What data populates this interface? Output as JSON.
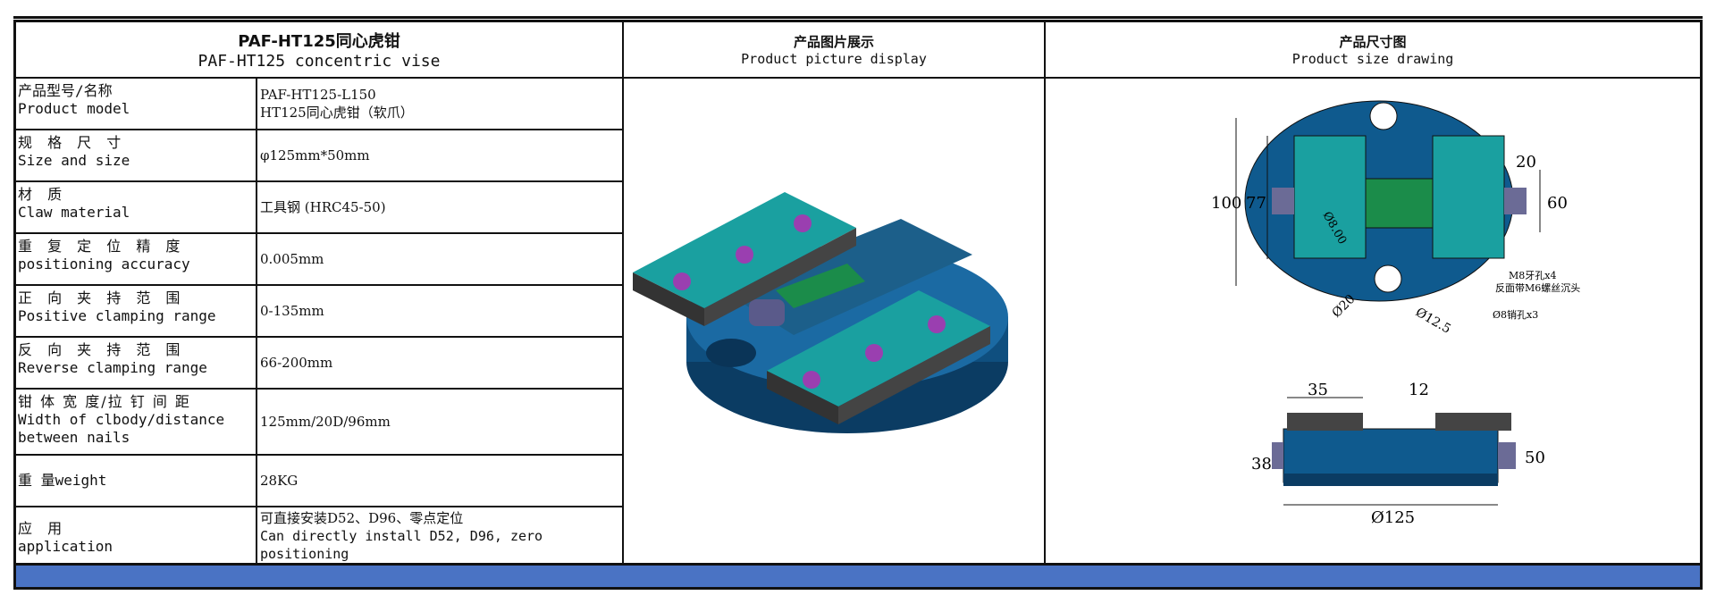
{
  "header": {
    "title_cn": "PAF-HT125同心虎钳",
    "title_en": "PAF-HT125 concentric vise",
    "picture_cn": "产品图片展示",
    "picture_en": "Product picture display",
    "drawing_cn": "产品尺寸图",
    "drawing_en": "Product size drawing"
  },
  "specs": [
    {
      "label_cn": "产品型号/名称",
      "label_en": "Product model",
      "value": [
        "PAF-HT125-L150",
        "HT125同心虎钳（软爪）"
      ]
    },
    {
      "label_cn": "规 格 尺 寸",
      "label_en": "Size and size",
      "value": [
        "φ125mm*50mm"
      ]
    },
    {
      "label_cn": "材 质",
      "label_en": "Claw material",
      "value": [
        "工具钢 (HRC45-50)"
      ]
    },
    {
      "label_cn": "重 复 定 位 精 度",
      "label_en": "positioning accuracy",
      "value": [
        "0.005mm"
      ]
    },
    {
      "label_cn": "正 向 夹 持 范 围",
      "label_en": "Positive clamping range",
      "value": [
        "0-135mm"
      ]
    },
    {
      "label_cn": "反 向 夹 持 范 围",
      "label_en": "Reverse clamping range",
      "value": [
        "66-200mm"
      ]
    },
    {
      "label_cn": "钳 体 宽 度/拉 钉 间 距",
      "label_en": "Width of clbody/distance between nails",
      "value": [
        "125mm/20D/96mm"
      ]
    },
    {
      "label_cn": "重 量weight",
      "label_en": "",
      "value": [
        "28KG"
      ]
    },
    {
      "label_cn": "应 用",
      "label_en": "application",
      "value": [
        "可直接安装D52、D96、零点定位",
        "Can directly install D52, D96, zero positioning"
      ]
    }
  ],
  "drawing": {
    "dim_100": "100",
    "dim_77": "77",
    "dim_60": "60",
    "dim_20": "20",
    "dim_d8": "Ø8.00",
    "dim_d20": "Ø20",
    "dim_d125r": "Ø12.5",
    "note_m8": "M8牙孔x4",
    "note_m6": "反面带M6螺丝沉头",
    "note_pin": "Ø8销孔x3",
    "dim_35": "35",
    "dim_12": "12",
    "dim_38": "38",
    "dim_50": "50",
    "dim_d125": "Ø125"
  },
  "colors": {
    "body": "#0f4f7f",
    "jaw": "#1aa0a0",
    "bar": "#4a73c4",
    "accent": "#9a3fb0"
  }
}
